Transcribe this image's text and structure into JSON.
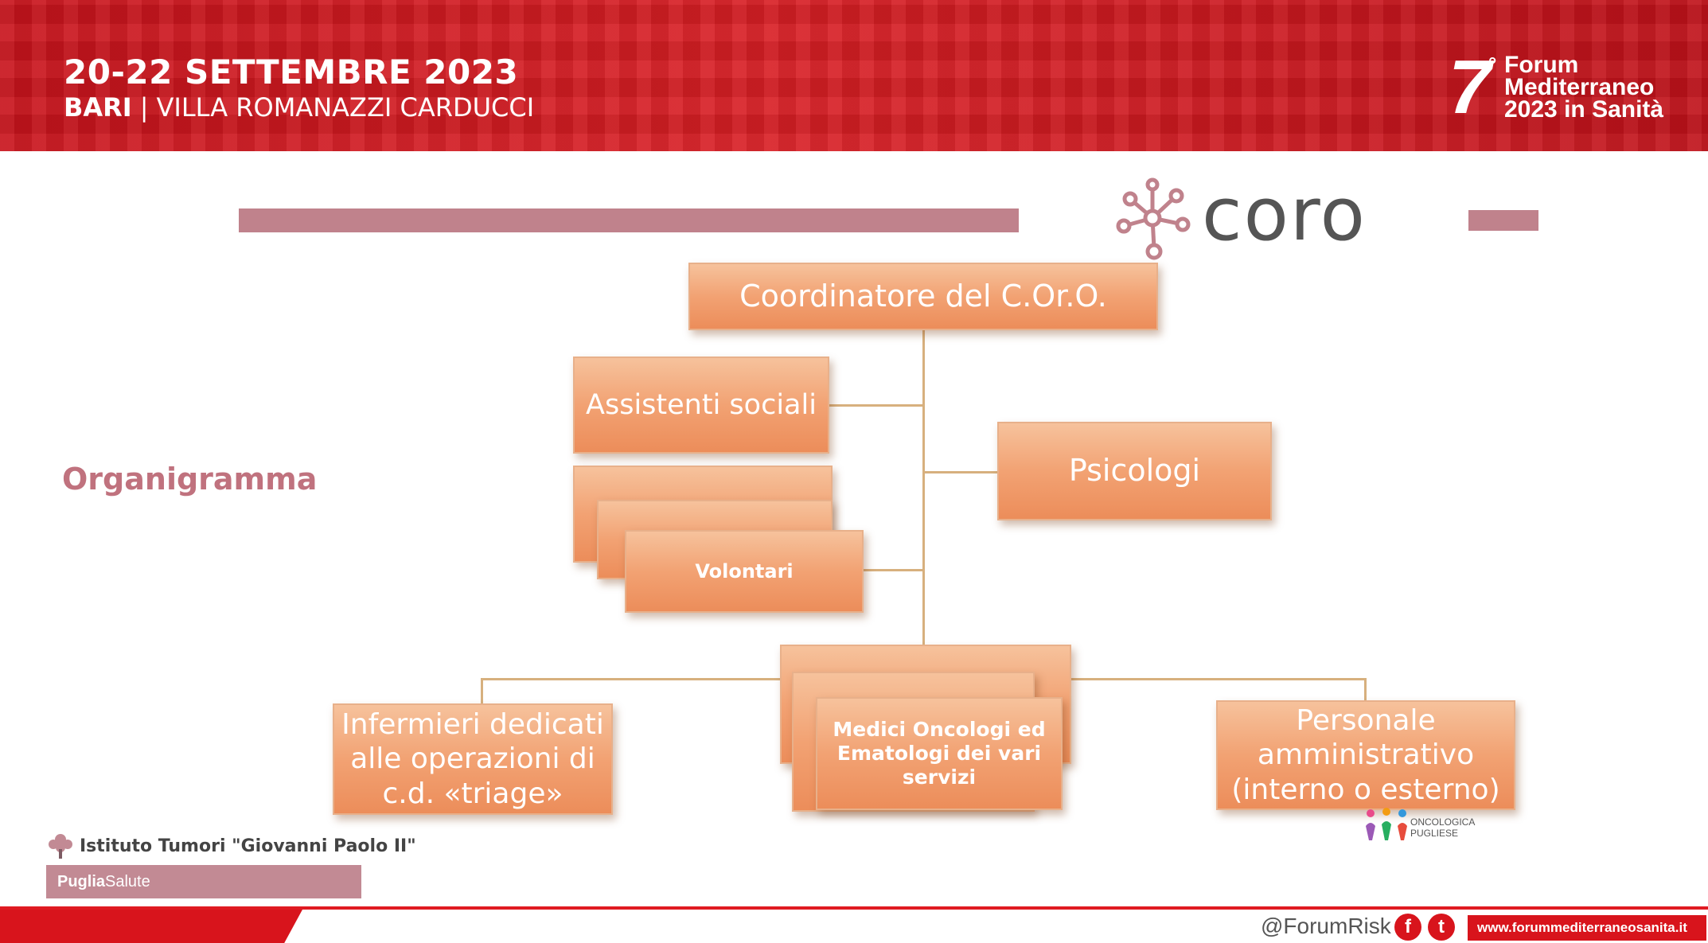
{
  "header": {
    "dates": "20-22 SETTEMBRE 2023",
    "city": "BARI",
    "separator": "|",
    "venue": "VILLA ROMANAZZI CARDUCCI",
    "forum_number": "7",
    "forum_degree": "°",
    "forum_line1": "Forum",
    "forum_line2": "Mediterraneo",
    "forum_line3": "2023 in Sanità"
  },
  "slide": {
    "logo_word": "coro",
    "side_title": "Organigramma",
    "accent_color": "#c0828c"
  },
  "org": {
    "coordinator": "Coordinatore del C.Or.O.",
    "assistenti": "Assistenti sociali",
    "psicologi": "Psicologi",
    "volontari": "Volontari",
    "infermieri": "Infermieri dedicati alle operazioni di c.d. «triage»",
    "medici": "Medici Oncologi ed Ematologi dei vari servizi",
    "personale": "Personale amministrativo (interno o esterno)"
  },
  "logos": {
    "rete_line1": "ONCOLOGICA",
    "rete_line2": "PUGLIESE",
    "istituto_name": "Istituto Tumori \"Giovanni Paolo II\"",
    "puglia_bold": "Puglia",
    "puglia_rest": "Salute"
  },
  "footer": {
    "social_handle": "@ForumRisk",
    "facebook_glyph": "f",
    "twitter_glyph": "t",
    "website": "www.forummediterraneosanita.it",
    "brand_red": "#d8141c"
  }
}
